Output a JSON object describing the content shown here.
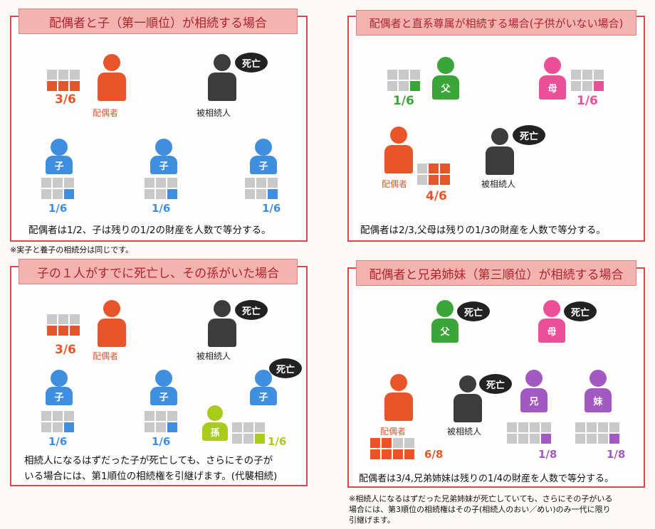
{
  "colors": {
    "border": "#d8464e",
    "banner_bg": "#f2b3b1",
    "banner_text": "#b2242b",
    "spouse": "#e8552a",
    "deceased": "#3c3c3c",
    "child": "#3f8ee0",
    "father": "#3aa63a",
    "mother": "#ec4f98",
    "sibling": "#a259c4",
    "grandchild": "#a8cc1c",
    "empty_cell": "#c9c9c9"
  },
  "p1": {
    "title": "配偶者と子（第一順位）が相続する場合",
    "dead": "死亡",
    "spouse_label": "配偶者",
    "heir_label": "被相続人",
    "spouse_frac": "3/6",
    "child_label": "子",
    "children_frac": [
      "1/6",
      "1/6",
      "1/6"
    ],
    "caption": "配偶者は1/2、子は残りの1/2の財産を人数で等分する。"
  },
  "note1": "※実子と養子の相続分は同じです。",
  "p2": {
    "title": "配偶者と直系尊属が相続する場合(子供がいない場合)",
    "father": "父",
    "mother": "母",
    "father_frac": "1/6",
    "mother_frac": "1/6",
    "dead": "死亡",
    "spouse_label": "配偶者",
    "heir_label": "被相続人",
    "spouse_frac": "4/6",
    "caption": "配偶者は2/3,父母は残りの1/3の財産を人数で等分する。"
  },
  "p3": {
    "title": "子の１人がすでに死亡し、その孫がいた場合",
    "dead": "死亡",
    "dead2": "死亡",
    "spouse_label": "配偶者",
    "heir_label": "被相続人",
    "spouse_frac": "3/6",
    "child_label": "子",
    "grandchild_label": "孫",
    "children_frac": [
      "1/6",
      "1/6"
    ],
    "grandchild_frac": "1/6",
    "caption1": "相続人になるはずだった子が死亡しても、さらにその子が",
    "caption2": "いる場合には、第1順位の相続権を引継げます。(代襲相続)"
  },
  "p4": {
    "title": "配偶者と兄弟姉妹（第三順位）が相続する場合",
    "father": "父",
    "mother": "母",
    "dead_f": "死亡",
    "dead_m": "死亡",
    "dead": "死亡",
    "spouse_label": "配偶者",
    "heir_label": "被相続人",
    "spouse_frac": "6/8",
    "brother": "兄",
    "sister": "妹",
    "brother_frac": "1/8",
    "sister_frac": "1/8",
    "caption": "配偶者は3/4,兄弟姉妹は残りの1/4の財産を人数で等分する。"
  },
  "note2_1": "※相続人になるはずだった兄弟姉妹が死亡していても、さらにその子がいる",
  "note2_2": "場合には、第3順位の相続権はその子(相続人のおい／めい)のみ一代に限り",
  "note2_3": "引継げます。"
}
